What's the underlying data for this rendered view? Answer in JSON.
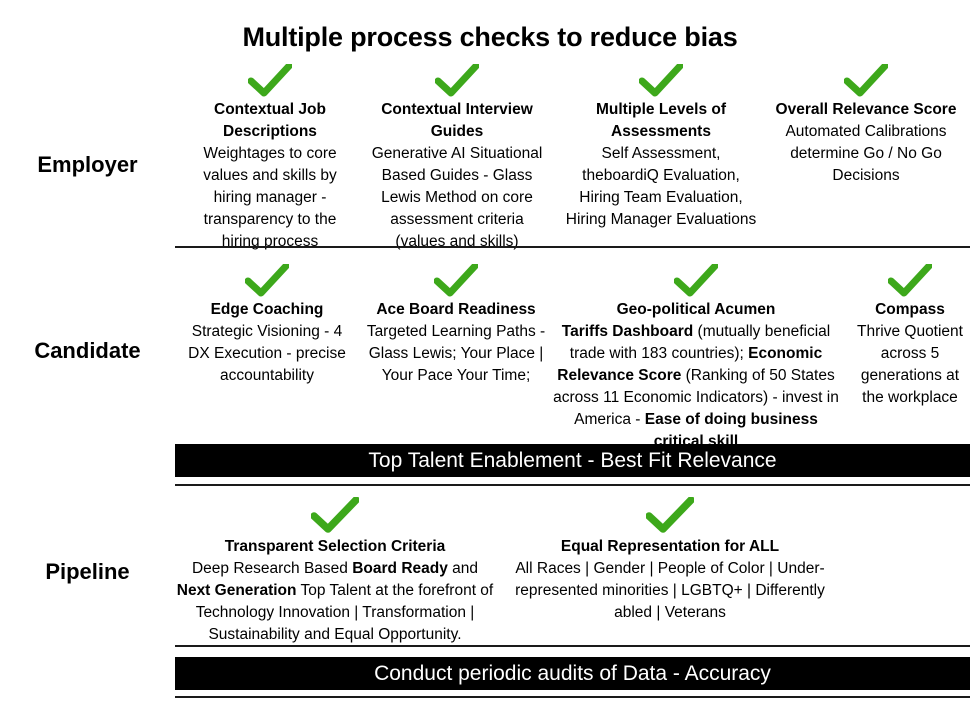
{
  "title": "Multiple process checks to reduce bias",
  "theme": {
    "check_color": "#3da81b",
    "banner_bg": "#000000",
    "banner_text": "#ffffff",
    "divider_color": "#1a1a1a",
    "text_color": "#000000",
    "background": "#ffffff"
  },
  "icons": {
    "check": "check-mark-icon"
  },
  "rows": [
    {
      "label": "Employer",
      "cards": [
        {
          "title": "Contextual Job Descriptions",
          "body": "Weightages to core values and skills by hiring manager - transparency to the hiring process"
        },
        {
          "title": "Contextual Interview Guides",
          "body": "Generative AI Situational Based Guides - Glass Lewis Method on core assessment criteria (values and skills)"
        },
        {
          "title": "Multiple Levels of Assessments",
          "body": "Self Assessment, theboardiQ Evaluation, Hiring Team Evaluation, Hiring  Manager Evaluations"
        },
        {
          "title": "Overall Relevance Score",
          "body": "Automated Calibrations determine Go / No Go Decisions"
        }
      ]
    },
    {
      "label": "Candidate",
      "cards": [
        {
          "title": "Edge Coaching",
          "body": "Strategic Visioning - 4 DX Execution - precise accountability"
        },
        {
          "title": "Ace Board Readiness",
          "body": "Targeted Learning Paths - Glass Lewis; Your Place | Your Pace Your Time;"
        },
        {
          "title": "Geo-political Acumen",
          "body_rich": [
            {
              "text": "Tariffs Dashboard",
              "bold": true
            },
            {
              "text": " (mutually beneficial trade with 183 countries); ",
              "bold": false
            },
            {
              "text": "Economic Relevance Score",
              "bold": true
            },
            {
              "text": " (Ranking of 50 States across 11 Economic Indicators) - invest in America - ",
              "bold": false
            },
            {
              "text": "Ease of doing business critical skill",
              "bold": true
            }
          ]
        },
        {
          "title": "Compass",
          "body": "Thrive Quotient across 5 generations at the workplace"
        }
      ],
      "banner": "Top Talent Enablement - Best Fit Relevance"
    },
    {
      "label": "Pipeline",
      "cards": [
        {
          "title": "Transparent Selection Criteria",
          "body_rich": [
            {
              "text": "Deep Research Based ",
              "bold": false
            },
            {
              "text": "Board Ready",
              "bold": true
            },
            {
              "text": " and ",
              "bold": false
            },
            {
              "text": "Next Generation",
              "bold": true
            },
            {
              "text": " Top Talent at the forefront of Technology Innovation | Transformation | Sustainability and Equal Opportunity.",
              "bold": false
            }
          ]
        },
        {
          "title": "Equal Representation for ALL",
          "body": "All Races | Gender | People of Color | Under-represented minorities | LGBTQ+ | Differently abled | Veterans"
        }
      ],
      "banner": "Conduct periodic audits of Data - Accuracy"
    }
  ],
  "banners": {
    "top_talent": "Top Talent Enablement - Best Fit Relevance",
    "audits": "Conduct periodic audits of Data - Accuracy"
  }
}
